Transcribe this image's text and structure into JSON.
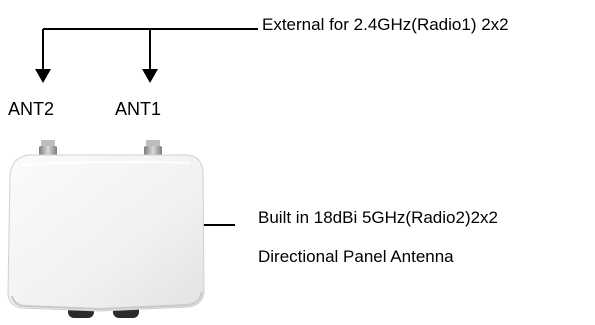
{
  "labels": {
    "external": "External for 2.4GHz(Radio1) 2x2",
    "ant2": "ANT2",
    "ant1": "ANT1",
    "builtin_line1": "Built in 18dBi 5GHz(Radio2)2x2",
    "builtin_line2": "Directional Panel Antenna"
  },
  "colors": {
    "line": "#000000",
    "device_body": "#f2f2f2",
    "device_edge": "#d6d6d6",
    "connector": "#9a9a9a",
    "foot": "#2b2b2b"
  },
  "icons": {
    "device": "access-point-enclosure-icon",
    "arrow": "arrow-head-icon"
  }
}
